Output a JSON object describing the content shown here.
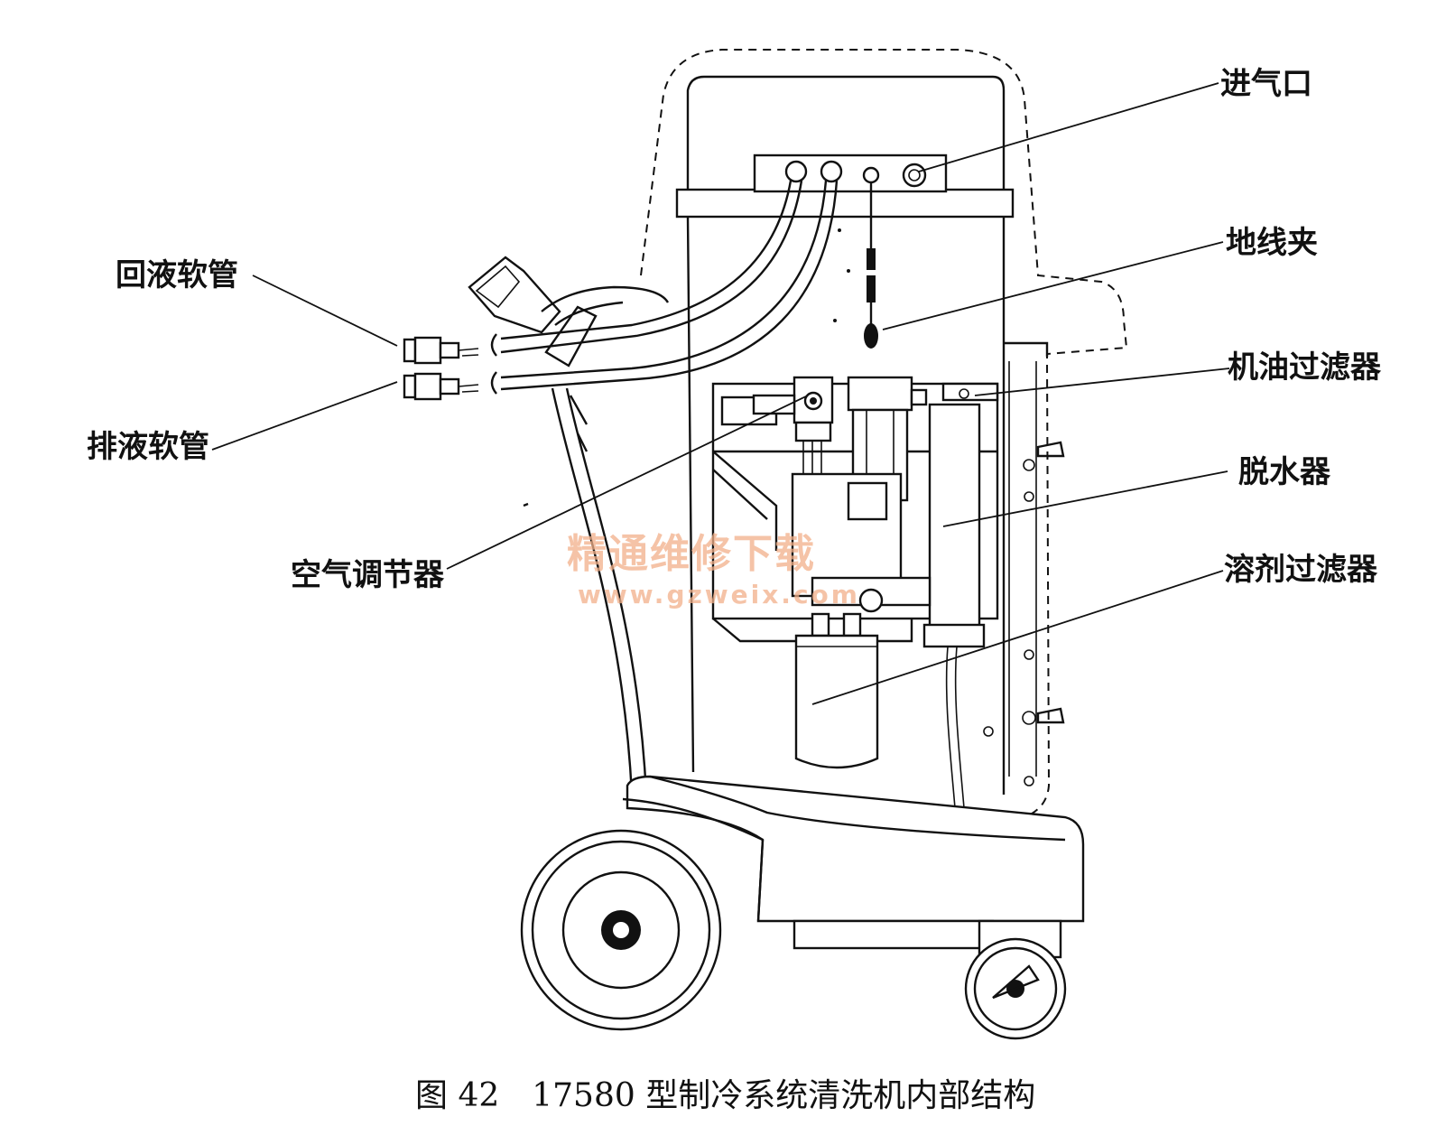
{
  "labels": {
    "air_inlet": "进气口",
    "ground_clamp": "地线夹",
    "oil_filter": "机油过滤器",
    "dehydrator": "脱水器",
    "solvent_filter": "溶剂过滤器",
    "return_hose": "回液软管",
    "drain_hose": "排液软管",
    "air_regulator": "空气调节器"
  },
  "caption": "图 42　17580 型制冷系统清洗机内部结构",
  "watermark": {
    "text": "精通维修下载",
    "url": "www.gzweix.com"
  }
}
